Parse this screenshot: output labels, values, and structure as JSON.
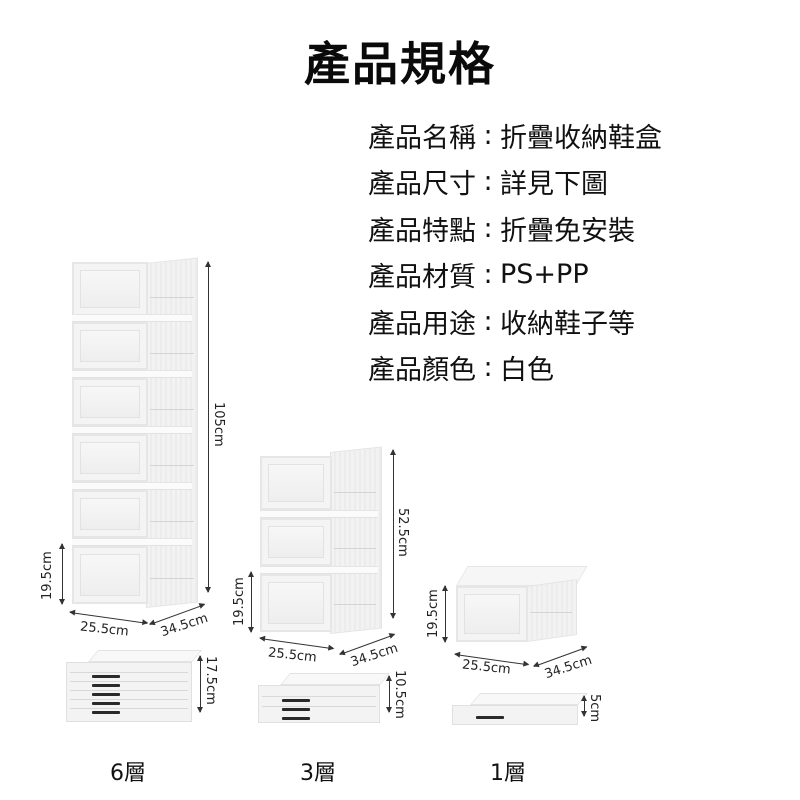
{
  "title": "產品規格",
  "specs": [
    {
      "label": "產品名稱",
      "value": "折疊收納鞋盒"
    },
    {
      "label": "產品尺寸",
      "value": "詳見下圖"
    },
    {
      "label": "產品特點",
      "value": "折疊免安裝"
    },
    {
      "label": "產品材質",
      "value": "PS+PP"
    },
    {
      "label": "產品用途",
      "value": "收納鞋子等"
    },
    {
      "label": "產品顏色",
      "value": "白色"
    }
  ],
  "colon": ":",
  "products": [
    {
      "layers_label": "6層",
      "total_height": "105cm",
      "unit_height": "19.5cm",
      "width": "25.5cm",
      "depth": "34.5cm",
      "folded_height": "17.5cm"
    },
    {
      "layers_label": "3層",
      "total_height": "52.5cm",
      "unit_height": "19.5cm",
      "width": "25.5cm",
      "depth": "34.5cm",
      "folded_height": "10.5cm"
    },
    {
      "layers_label": "1層",
      "unit_height": "19.5cm",
      "width": "25.5cm",
      "depth": "34.5cm",
      "folded_height": "5cm"
    }
  ]
}
